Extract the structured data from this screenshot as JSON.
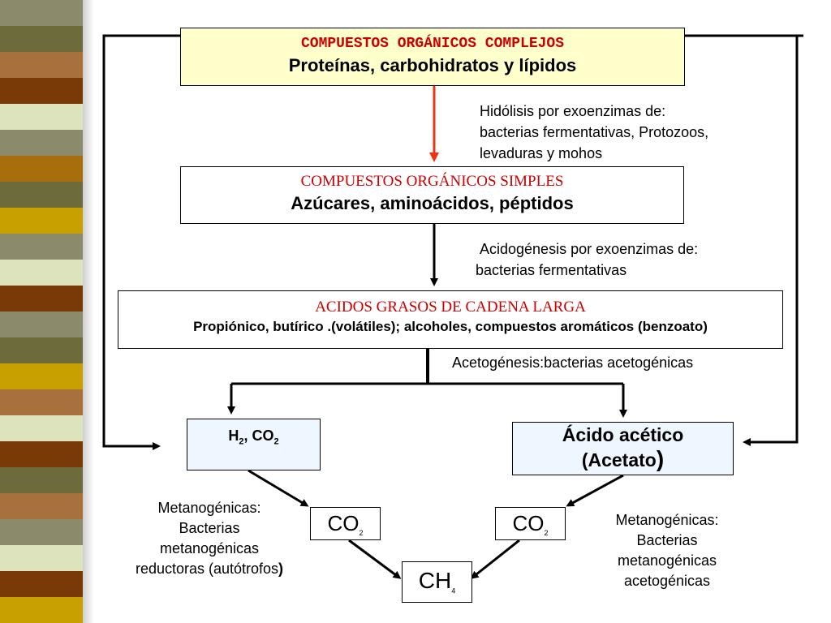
{
  "colors": {
    "stripe": [
      "#8b8b6b",
      "#6b6b3b",
      "#a8703c",
      "#7a3a08",
      "#dde4bd",
      "#8b8b6b",
      "#a86e0c",
      "#6b6b3b",
      "#c8a000",
      "#8b8b6b",
      "#dde4bd",
      "#7a3a08",
      "#8b8b6b",
      "#6b6b3b",
      "#c8a000",
      "#a8703c",
      "#dde4bd",
      "#7a3a08",
      "#6b6b3b",
      "#a8703c",
      "#8b8b6b",
      "#dde4bd",
      "#7a3a08",
      "#c8a000"
    ],
    "arrow_red": "#ee3311",
    "box_yellow": "#ffffcc",
    "box_blue": "#eef7ff"
  },
  "box1": {
    "title": "COMPUESTOS ORGÁNICOS COMPLEJOS",
    "subtitle": "Proteínas, carbohidratos y lípidos"
  },
  "step1": {
    "line1": "Hidólisis por exoenzimas de:",
    "line2": "bacterias fermentativas, Protozoos,",
    "line3": "levaduras y mohos"
  },
  "box2": {
    "title": "COMPUESTOS ORGÁNICOS SIMPLES",
    "subtitle": "Azúcares, aminoácidos, péptidos"
  },
  "step2": {
    "line1": "Acidogénesis por exoenzimas de:",
    "line2": "bacterias fermentativas"
  },
  "box3": {
    "title": "ACIDOS GRASOS DE CADENA LARGA",
    "subtitle": "Propiónico, butírico .(volátiles); alcoholes, compuestos aromáticos (benzoato)"
  },
  "step3": {
    "text": "Acetogénesis:bacterias acetogénicas"
  },
  "box_h2": {
    "h": "H",
    "h_sub": "2",
    "sep": ", ",
    "co": "CO",
    "co_sub": "2"
  },
  "box_acetic": {
    "line1": "Ácido acético",
    "line2": "(Acetato",
    "paren": ")"
  },
  "box_co2_left": {
    "main": "CO",
    "sub": "2"
  },
  "box_co2_right": {
    "main": "CO",
    "sub": "2"
  },
  "box_ch4": {
    "main": "CH",
    "sub": "4"
  },
  "left_label": {
    "line1": "Metanogénicas:",
    "line2": "Bacterias",
    "line3": "metanogénicas",
    "line4": "reductoras (autótrofos",
    "line4_paren": ")"
  },
  "right_label": {
    "line1": "Metanogénicas:",
    "line2": "Bacterias",
    "line3": "metanogénicas",
    "line4": "acetogénicas"
  }
}
